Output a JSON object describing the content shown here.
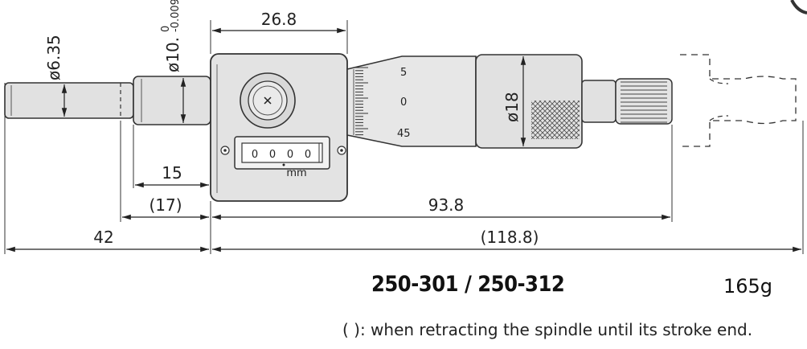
{
  "drawing": {
    "dimensions": {
      "d_spindle": "ø6.35",
      "d_stem_main": "ø10.",
      "d_stem_tol_top": "0",
      "d_stem_tol_bottom": "-0.009",
      "d_thimble": "ø18",
      "w_body": "26.8",
      "l_stem": "15",
      "l_stem_retracted": "(17)",
      "l_spindle_total": "42",
      "l_head": "93.8",
      "l_head_retracted": "(118.8)"
    },
    "scale_marks": [
      "5",
      "0",
      "45"
    ],
    "counter": {
      "digits": [
        "0",
        "0",
        "0",
        "0"
      ],
      "unit": "mm"
    }
  },
  "model": "250-301 / 250-312",
  "weight": "165g",
  "note": "(  ): when retracting the spindle until its stroke end."
}
